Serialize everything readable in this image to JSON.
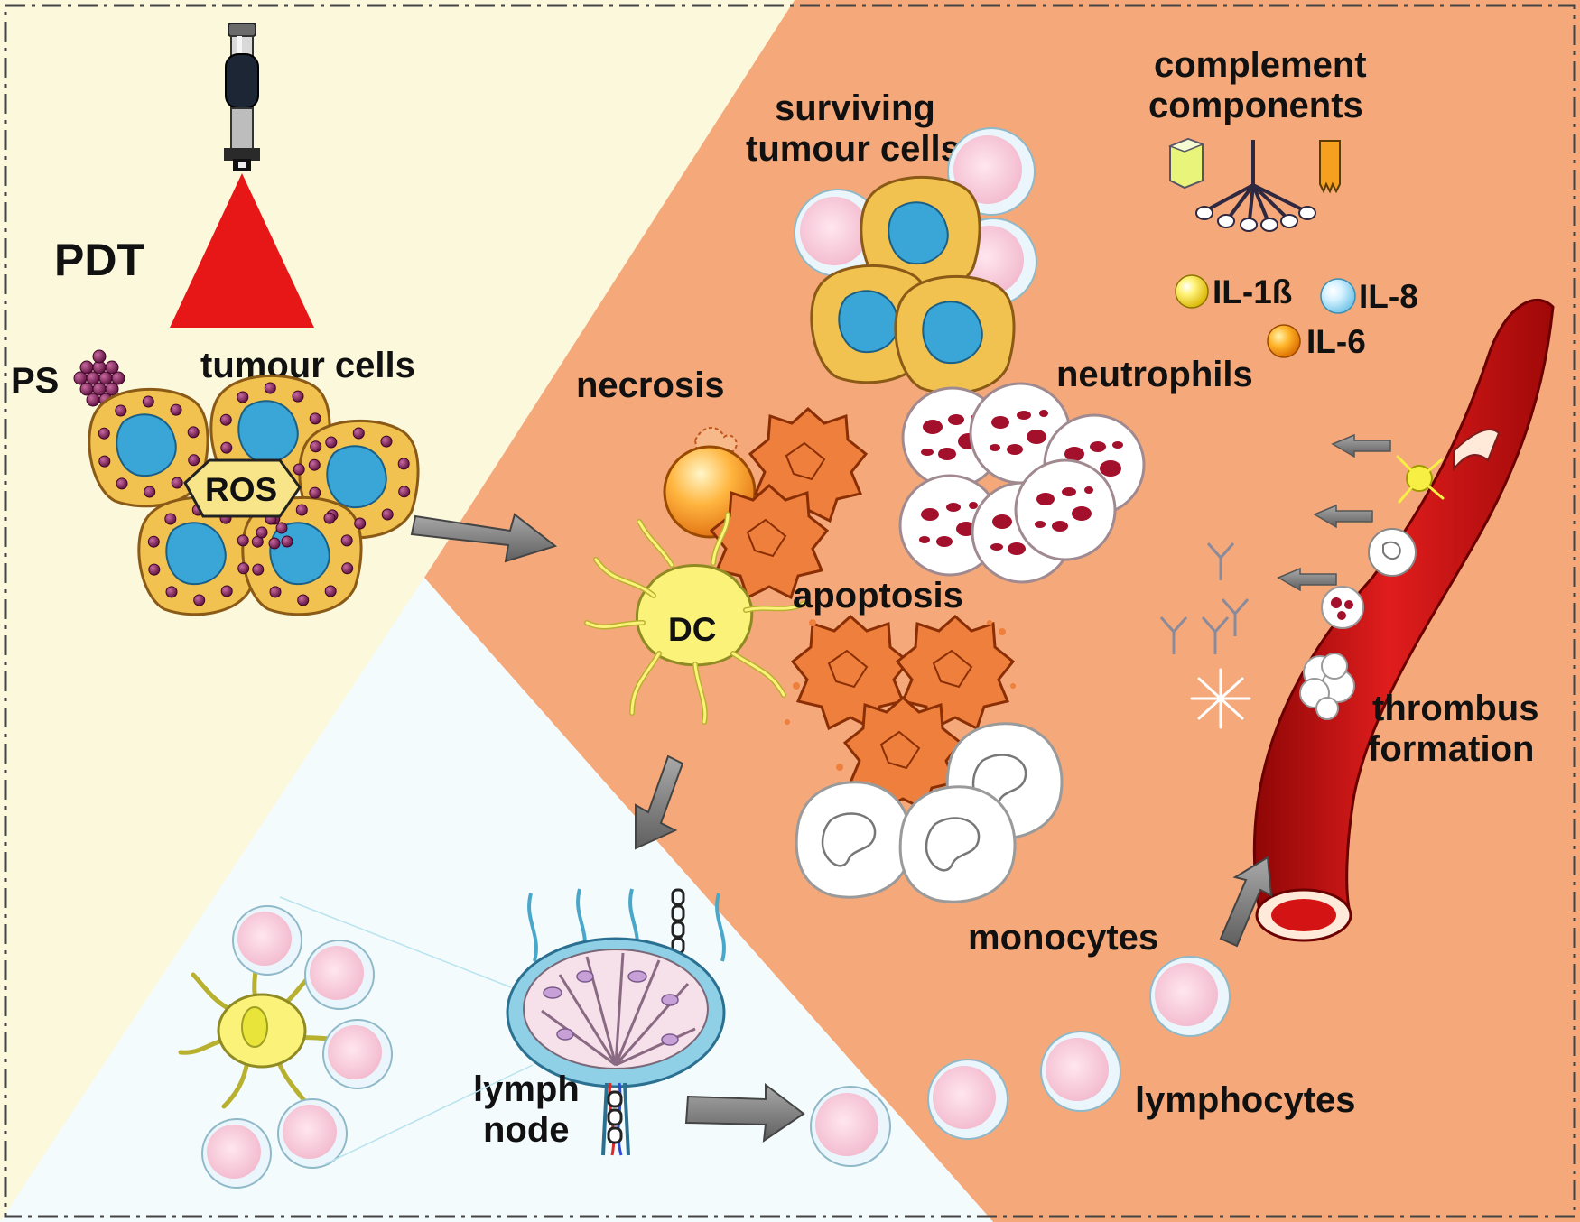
{
  "labels": {
    "pdt": "PDT",
    "ps": "PS",
    "tumour_cells": "tumour cells",
    "ros": "ROS",
    "surviving_tumour_cells_line1": "surviving",
    "surviving_tumour_cells_line2": "tumour cells",
    "complement_components_line1": "complement",
    "complement_components_line2": "components",
    "il1b": "IL-1ß",
    "il8": "IL-8",
    "il6": "IL-6",
    "necrosis": "necrosis",
    "neutrophils": "neutrophils",
    "dc": "DC",
    "apoptosis": "apoptosis",
    "thrombus_formation_line1": "thrombus",
    "thrombus_formation_line2": "formation",
    "monocytes": "monocytes",
    "lymph_node_line1": "lymph",
    "lymph_node_line2": "node",
    "lymphocytes": "lymphocytes"
  },
  "colors": {
    "background_left": "#fbf8dc",
    "background_right": "#f5a97a",
    "background_bottom": "#f3fbfd",
    "tumour_cell_fill": "#f2c250",
    "nucleus_fill": "#3aa6d8",
    "ps_particle": "#7a1a52",
    "laser_beam": "#e81717",
    "apoptotic_cell": "#ef7f3c",
    "neutrophil_granule": "#a3102c",
    "vessel_red": "#d41414",
    "lymphocyte_pink": "#f9d3e0",
    "arrow_gray": "#7a7a7a"
  }
}
